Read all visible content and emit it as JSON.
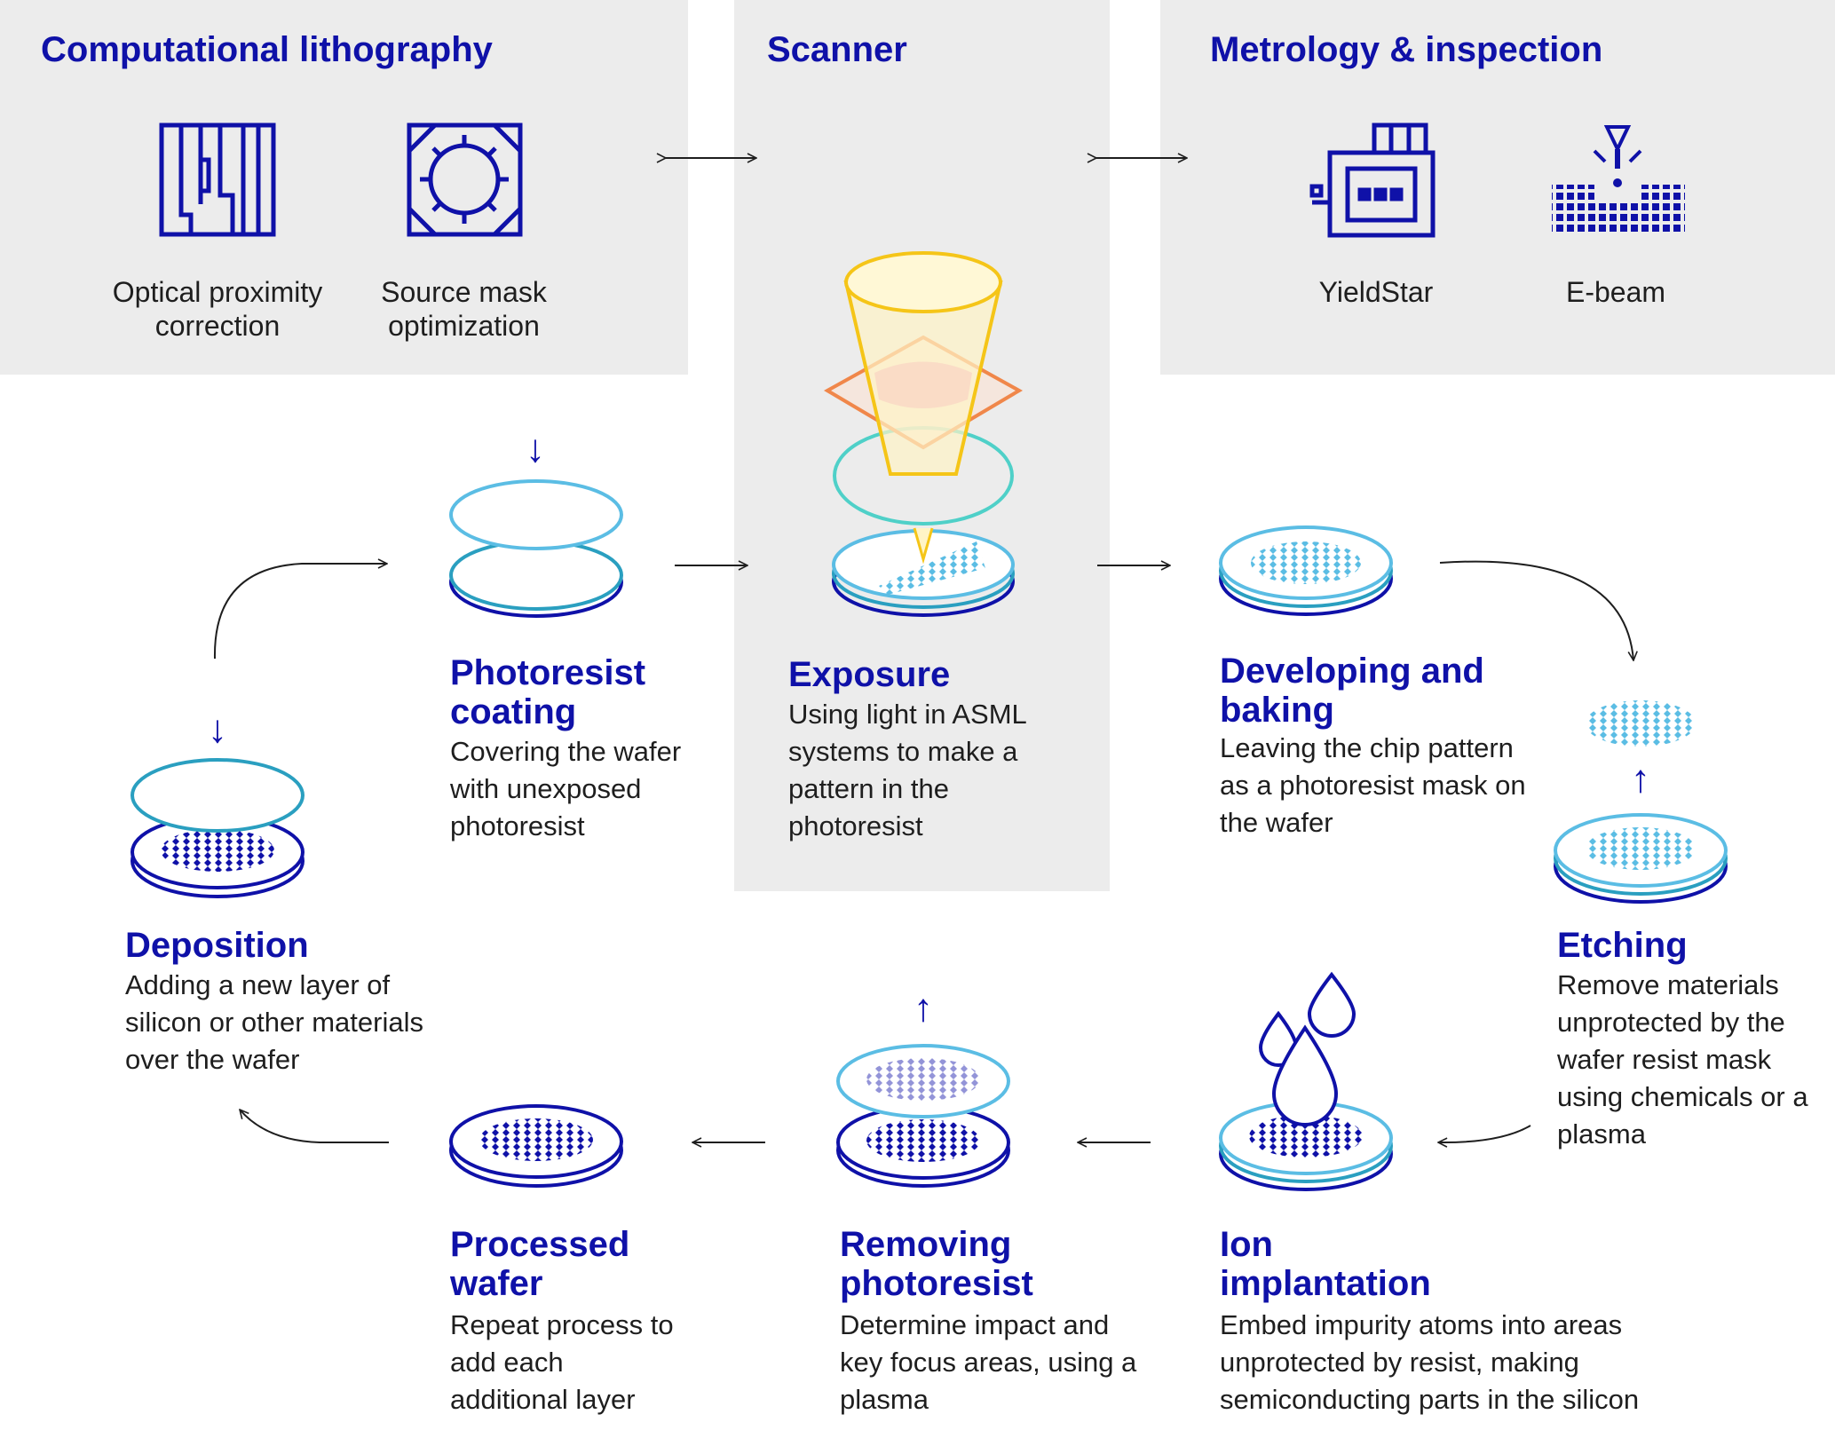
{
  "colors": {
    "navy": "#0f11a8",
    "light_blue": "#5bbde4",
    "teal": "#2a9fc0",
    "panel": "#ececec",
    "yellow": "#f5c518",
    "orange": "#f0874a",
    "cyan": "#4fd0c8"
  },
  "top": {
    "computational": {
      "title": "Computational lithography",
      "tools": [
        {
          "icon": "opc-icon",
          "label": "Optical proximity correction"
        },
        {
          "icon": "smo-icon",
          "label": "Source mask optimization"
        }
      ]
    },
    "scanner": {
      "title": "Scanner"
    },
    "metrology": {
      "title": "Metrology & inspection",
      "tools": [
        {
          "icon": "yieldstar-icon",
          "label": "YieldStar"
        },
        {
          "icon": "e-beam-icon",
          "label": "E-beam"
        }
      ]
    }
  },
  "steps": {
    "photoresist": {
      "title": "Photoresist coating",
      "desc": "Covering the wafer with unexposed photoresist"
    },
    "exposure": {
      "title": "Exposure",
      "desc": "Using light in ASML systems to make a pattern in the photoresist"
    },
    "developing": {
      "title": "Developing and baking",
      "desc": "Leaving the chip pattern as a photoresist mask on the wafer"
    },
    "etching": {
      "title": "Etching",
      "desc": "Remove materials unprotected by the wafer resist mask using chemicals or a plasma"
    },
    "ion": {
      "title": "Ion implantation",
      "desc": "Embed impurity atoms into areas unprotected by resist, making semiconducting parts in the silicon"
    },
    "removing": {
      "title": "Removing photoresist",
      "desc": "Determine impact and key focus areas, using a plasma"
    },
    "processed": {
      "title": "Processed wafer",
      "desc": "Repeat process to add each additional layer"
    },
    "deposition": {
      "title": "Deposition",
      "desc": "Adding a new layer of silicon or other materials over the wafer"
    }
  }
}
